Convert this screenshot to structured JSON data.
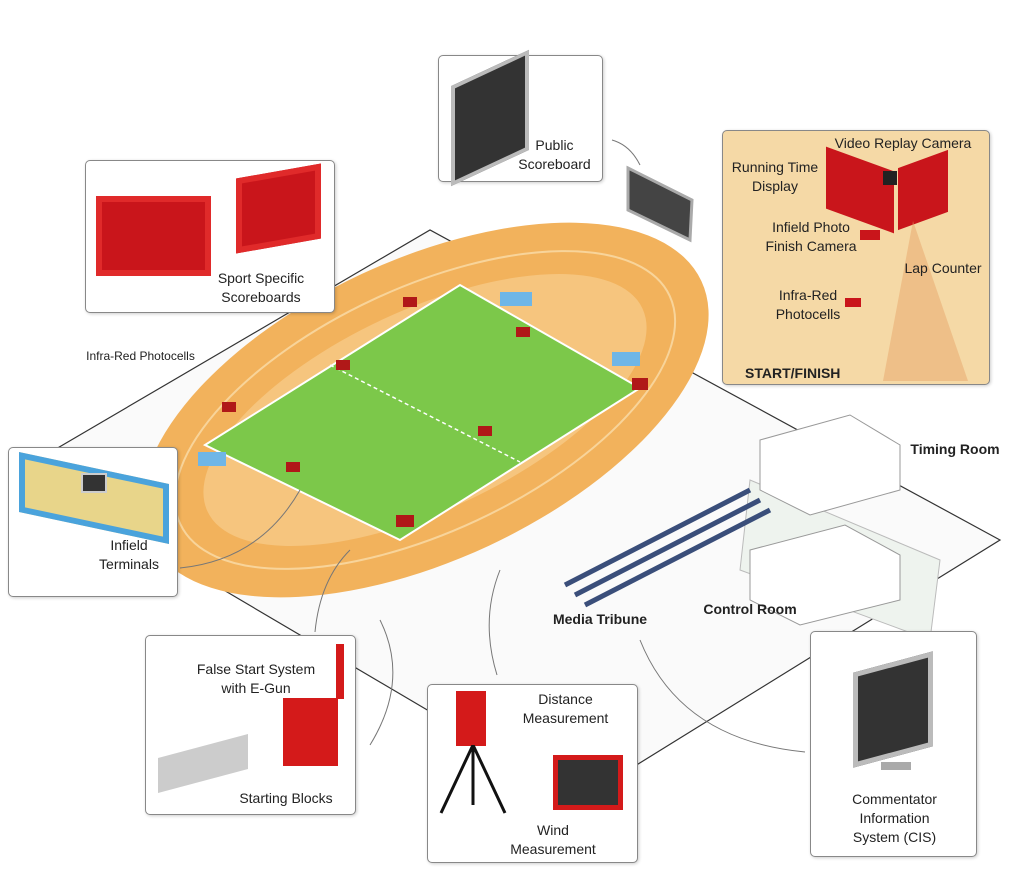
{
  "public_scoreboard": {
    "label_line1": "Public",
    "label_line2": "Scoreboard"
  },
  "sport_scoreboards": {
    "label_line1": "Sport Specific",
    "label_line2": "Scoreboards"
  },
  "start_finish_panel": {
    "video_replay_camera": "Video Replay Camera",
    "running_time_line1": "Running Time",
    "running_time_line2": "Display",
    "photo_finish_line1": "Infield Photo",
    "photo_finish_line2": "Finish Camera",
    "lap_counter": "Lap Counter",
    "photocells_line1": "Infra-Red",
    "photocells_line2": "Photocells",
    "start_finish": "START/FINISH"
  },
  "infra_red_photocells": "Infra-Red Photocells",
  "infield_terminals": {
    "label_line1": "Infield",
    "label_line2": "Terminals"
  },
  "timing_room": "Timing Room",
  "control_room": "Control Room",
  "media_tribune": "Media Tribune",
  "false_start": {
    "line1": "False Start System",
    "line2": "with E-Gun",
    "blocks": "Starting Blocks"
  },
  "measurement": {
    "distance_line1": "Distance",
    "distance_line2": "Measurement",
    "wind_line1": "Wind",
    "wind_line2": "Measurement"
  },
  "cis": {
    "line1": "Commentator",
    "line2": "Information",
    "line3": "System (CIS)"
  },
  "colors": {
    "track": "#f2b25c",
    "field": "#7cc84a",
    "equipment": "#d41a1a",
    "panel": "#f5d9a6"
  }
}
